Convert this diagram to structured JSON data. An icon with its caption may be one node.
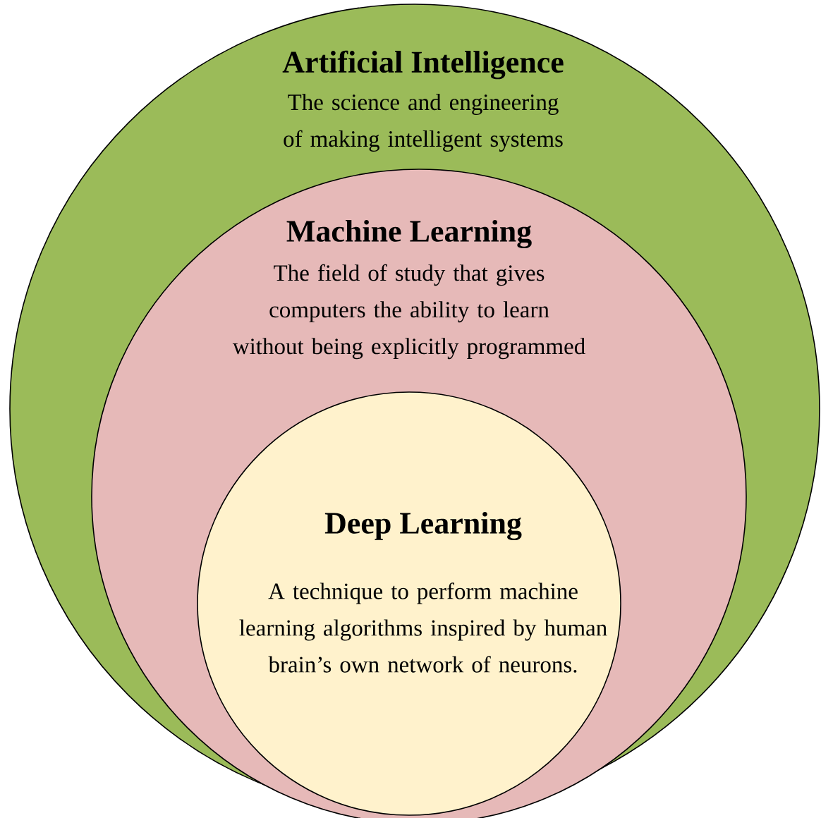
{
  "diagram": {
    "nodes": [
      {
        "text": [
          "Artificial Intelligence",
          "The science and engineering of making intelligent systems"
        ]
      },
      {
        "text": [
          "Machine Learning",
          "The field of study that gives computers the ability to learn without being explicitly programmed"
        ],
        "in": 0
      },
      {
        "text": [
          "Deep Learning",
          "A technique to perform machine learning algorithms inspired by human brain’s own network of neurons."
        ],
        "in": 1
      }
    ]
  }
}
